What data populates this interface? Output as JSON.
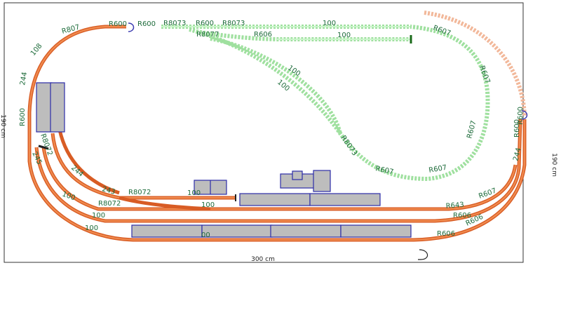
{
  "dimensions": {
    "width_label": "300 cm",
    "height_label_right": "190 cm",
    "height_label_left": "190 cm"
  },
  "labels": {
    "r600_a": "R600",
    "r600_b": "R600",
    "r8073_a": "R8073",
    "r600_c": "R600",
    "r8073_b": "R8073",
    "n100_top": "100",
    "n100_top2": "100",
    "r8077": "R8077",
    "r606_top": "R606",
    "r807_tl": "R807",
    "n108": "108",
    "n244_left": "244",
    "r600_left": "R600",
    "r607_tr": "R607",
    "r607_r1": "R607",
    "r607_r2": "R607",
    "n100_diag1": "100",
    "n100_diag2": "100",
    "r8073_mid": "R8073",
    "r607_bot1": "R607",
    "r607_bot2": "R607",
    "r8072": "R8072",
    "n100_mid": "100",
    "n100_mid2": "100",
    "n244_l2": "244",
    "n243": "243",
    "n100_l3": "100",
    "n100_l4": "100",
    "n100_l5": "100",
    "r8072_b": "R8072",
    "n00": "00",
    "r643": "R643",
    "r606_a": "R606",
    "r606_b": "R606",
    "r607_b": "R607",
    "r606_c": "R606",
    "n244_r": "244",
    "r600_r": "R600",
    "r600_r2": "R600",
    "n245": "245",
    "r8072_c": "R8072"
  },
  "colors": {
    "track_main": "#d85c24",
    "track_upper": "#9fe09f",
    "track_planned": "#f2b89a",
    "building": "#bdbdbd",
    "building_outline": "#2c2ca8"
  },
  "icons": {
    "end_loop": "u-turn-icon"
  }
}
